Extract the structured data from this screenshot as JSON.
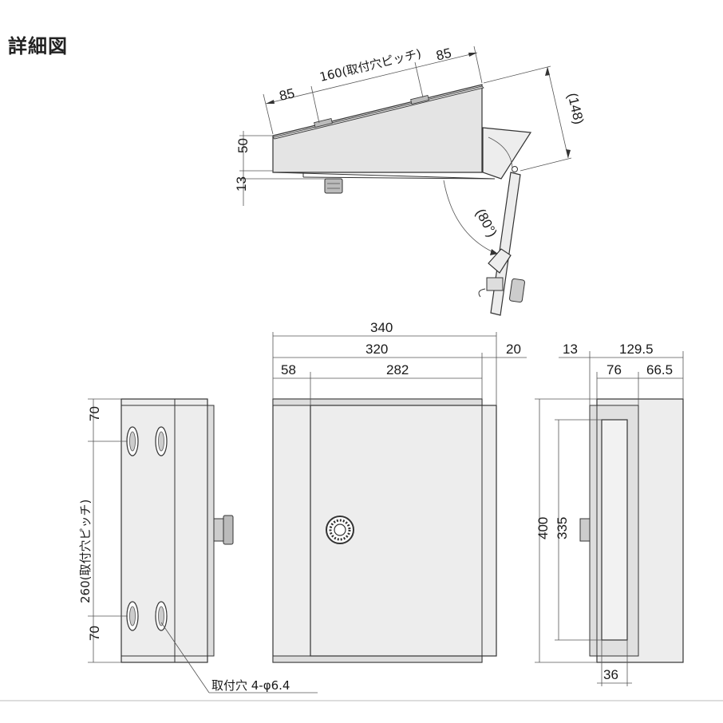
{
  "title": "詳細図",
  "side_view": {
    "dim_85_left": "85",
    "dim_160": "160(取付穴ピッチ)",
    "dim_85_right": "85",
    "dim_148": "(148)",
    "dim_50": "50",
    "dim_13": "13",
    "dim_angle": "(80°)"
  },
  "front_view": {
    "dim_340": "340",
    "dim_320": "320",
    "dim_20": "20",
    "dim_58": "58",
    "dim_282": "282"
  },
  "rear_view": {
    "dim_70_top": "70",
    "dim_260": "260(取付穴ピッチ)",
    "dim_70_bottom": "70",
    "hole_note": "取付穴 4-φ6.4"
  },
  "right_view": {
    "dim_13": "13",
    "dim_129_5": "129.5",
    "dim_76": "76",
    "dim_66_5": "66.5",
    "dim_400": "400",
    "dim_335": "335",
    "dim_36": "36"
  }
}
